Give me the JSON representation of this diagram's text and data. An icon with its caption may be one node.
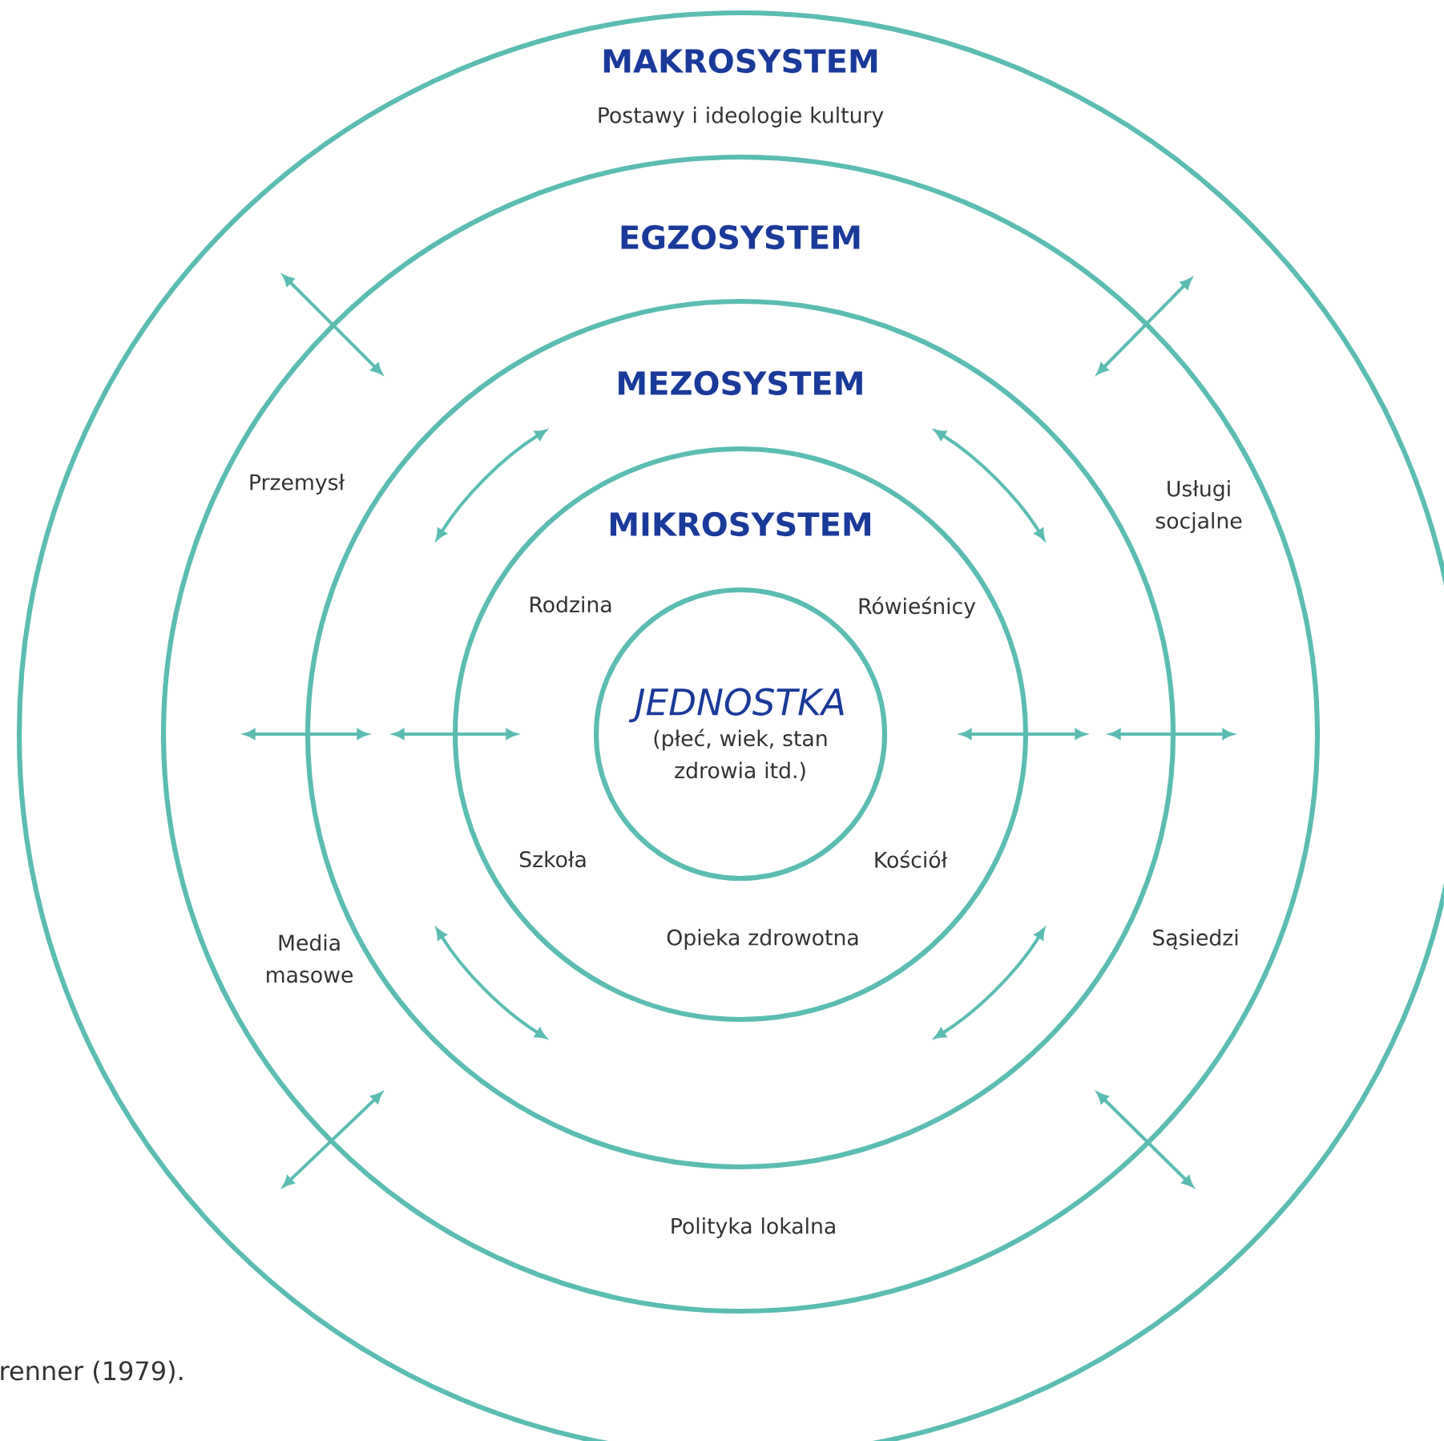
{
  "diagram": {
    "nodes": [
      {
        "text": [
          "MAKROSYSTEM",
          "Postawy i ideologie kultury"
        ]
      },
      {
        "text": [
          "EGZOSYSTEM",
          "Przemysł",
          "Usługi socjalne",
          "Media masowe",
          "Sąsiedzi",
          "Polityka lokalna"
        ],
        "in": 0
      },
      {
        "text": [
          "MEZOSYSTEM"
        ],
        "in": 1
      },
      {
        "text": [
          "MIKROSYSTEM",
          "Rodzina",
          "Rówieśnicy",
          "Szkoła",
          "Kościół",
          "Opieka zdrowotna"
        ],
        "in": 2
      },
      {
        "text": [
          "JEDNOSTKA",
          "(płeć, wiek, stan zdrowia itd.)"
        ],
        "in": 3
      }
    ],
    "labels": [
      "renner (1979)."
    ]
  }
}
